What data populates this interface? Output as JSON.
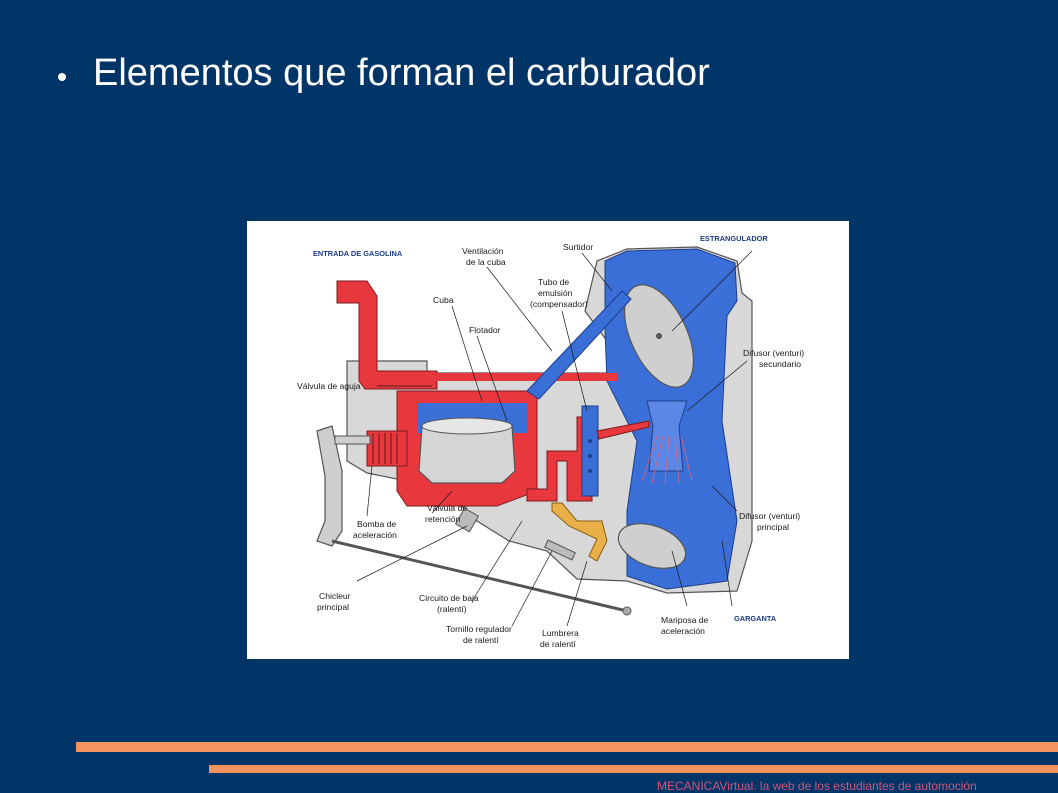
{
  "slide": {
    "title": "Elementos que forman el carburador",
    "footer": "MECANICAVirtual. la web de los estudiantes de automoción"
  },
  "colors": {
    "background": "#013567",
    "accent_bar": "#f5935f",
    "footer_text": "#d4547a",
    "fuel_red": "#e8383d",
    "air_blue": "#3a6fd8"
  },
  "diagram": {
    "labels": {
      "entrada_gasolina": "ENTRADA DE GASOLINA",
      "ventilacion_1": "Ventilación",
      "ventilacion_2": "de la cuba",
      "surtidor": "Surtidor",
      "estrangulador": "ESTRANGULADOR",
      "tubo_1": "Tubo de",
      "tubo_2": "emulsión",
      "tubo_3": "(compensador)",
      "cuba": "Cuba",
      "flotador": "Flotador",
      "difusor_sec_1": "Difusor (venturi)",
      "difusor_sec_2": "secundario",
      "valvula_aguja": "Válvula de aguja",
      "valvula_ret_1": "Válvula de",
      "valvula_ret_2": "retención",
      "bomba_1": "Bomba de",
      "bomba_2": "aceleración",
      "difusor_pri_1": "Difusor (venturi)",
      "difusor_pri_2": "principal",
      "chicleur_1": "Chicleur",
      "chicleur_2": "principal",
      "circuito_1": "Circuito de baja",
      "circuito_2": "(ralentí)",
      "tornillo_1": "Tornillo regulador",
      "tornillo_2": "de ralentí",
      "lumbrera_1": "Lumbrera",
      "lumbrera_2": "de ralentí",
      "mariposa_1": "Mariposa de",
      "mariposa_2": "aceleración",
      "garganta": "GARGANTA"
    }
  }
}
